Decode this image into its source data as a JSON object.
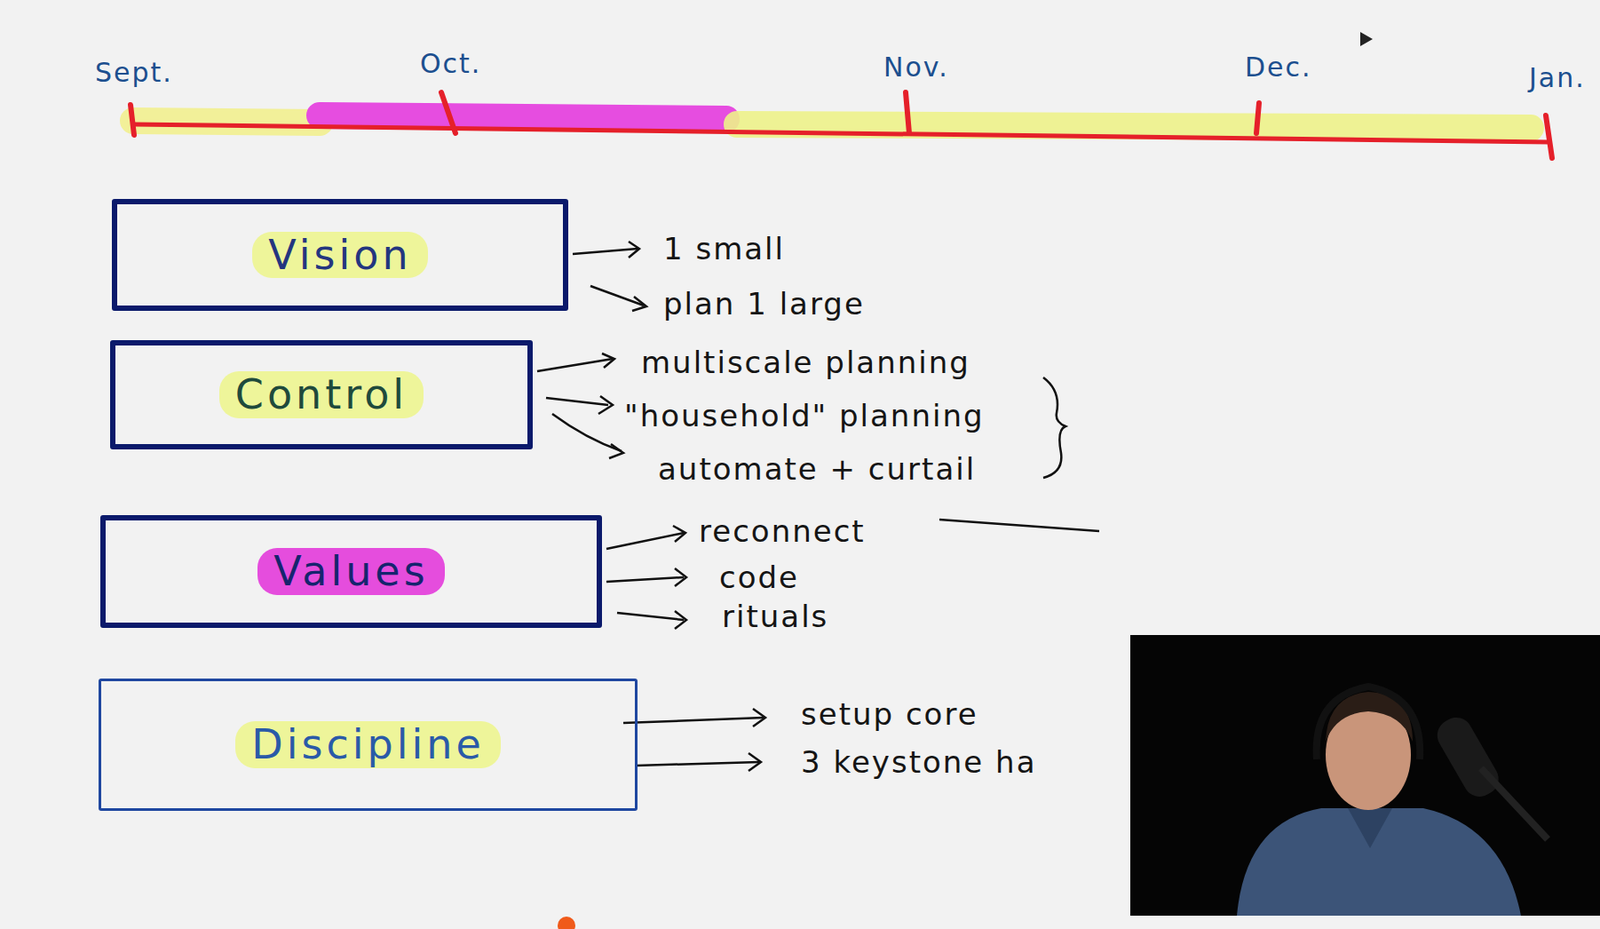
{
  "diagram": {
    "nodes": [
      {
        "text": [
          "Vision"
        ]
      },
      {
        "text": [
          "Control"
        ]
      },
      {
        "text": [
          "Values"
        ]
      },
      {
        "text": [
          "Discipline"
        ]
      }
    ],
    "labels": [
      "Sept.",
      "Oct.",
      "Nov.",
      "Dec.",
      "Jan.",
      "1 small",
      "plan 1 large",
      "multiscale planning",
      "\"household\" planning",
      "automate + curtail",
      "reconnect",
      "code",
      "rituals",
      "setup core",
      "3 keystone ha"
    ]
  }
}
